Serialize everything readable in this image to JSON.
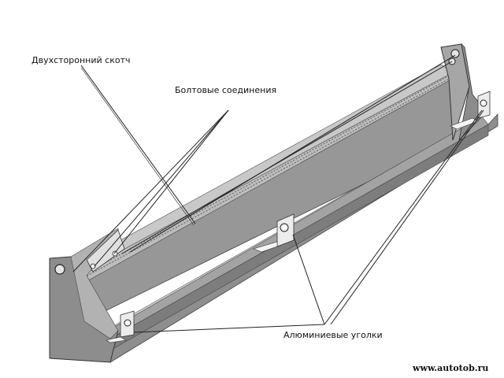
{
  "labels": {
    "double_sided_tape": "Двухсторонний скотч",
    "bolt_connections": "Болтовые соединения",
    "aluminum_corners": "Алюминиевые уголки"
  },
  "watermark": "www.autotob.ru",
  "colors": {
    "background": "#ffffff",
    "body_dark": "#8c8c8c",
    "body_mid": "#a9a9a9",
    "body_light": "#c2c2c2",
    "top_face": "#b5b5b5",
    "outline": "#444444",
    "leader": "#222222",
    "bracket": "#ececec"
  }
}
